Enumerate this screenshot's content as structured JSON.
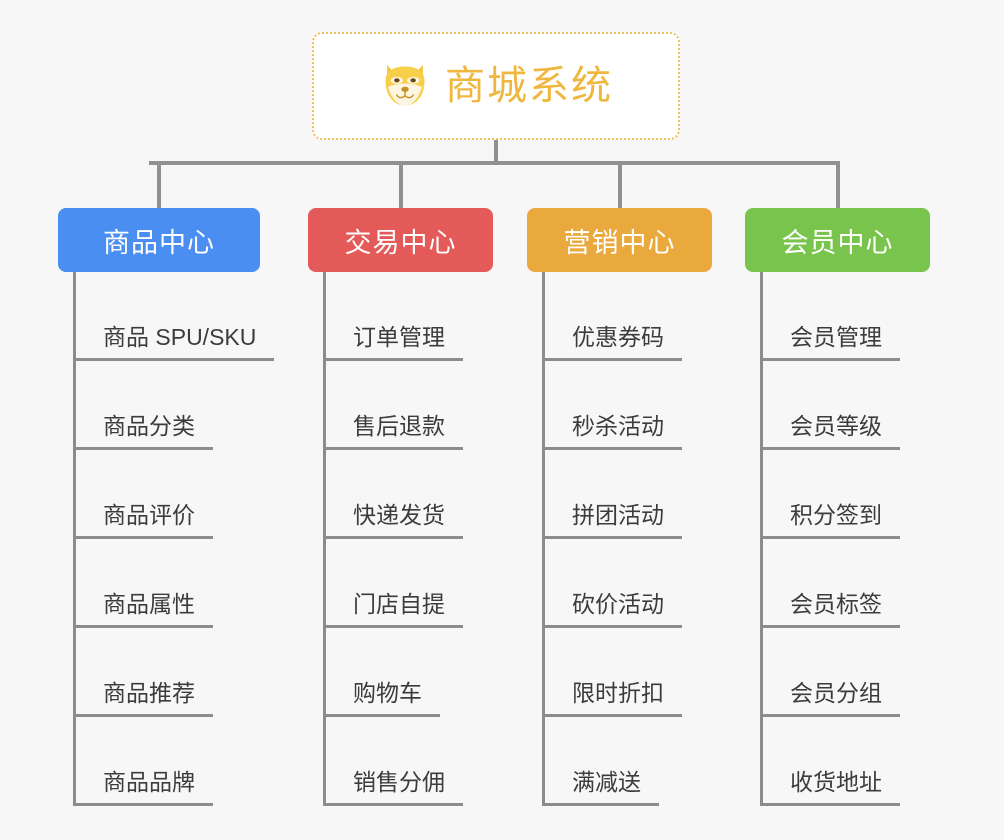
{
  "root": {
    "title": "商城系统",
    "icon": "dog-face-icon",
    "border_color": "#f0c060",
    "text_color": "#f0b73f"
  },
  "connector": {
    "color": "#909090"
  },
  "columns": [
    {
      "id": "product-center",
      "label": "商品中心",
      "color": "#4a8ef1",
      "items": [
        "商品 SPU/SKU",
        "商品分类",
        "商品评价",
        "商品属性",
        "商品推荐",
        "商品品牌"
      ]
    },
    {
      "id": "trade-center",
      "label": "交易中心",
      "color": "#e35a58",
      "items": [
        "订单管理",
        "售后退款",
        "快递发货",
        "门店自提",
        "购物车",
        "销售分佣"
      ]
    },
    {
      "id": "marketing-center",
      "label": "营销中心",
      "color": "#eaa93d",
      "items": [
        "优惠券码",
        "秒杀活动",
        "拼团活动",
        "砍价活动",
        "限时折扣",
        "满减送"
      ]
    },
    {
      "id": "member-center",
      "label": "会员中心",
      "color": "#79c councils"
    }
  ]
}
